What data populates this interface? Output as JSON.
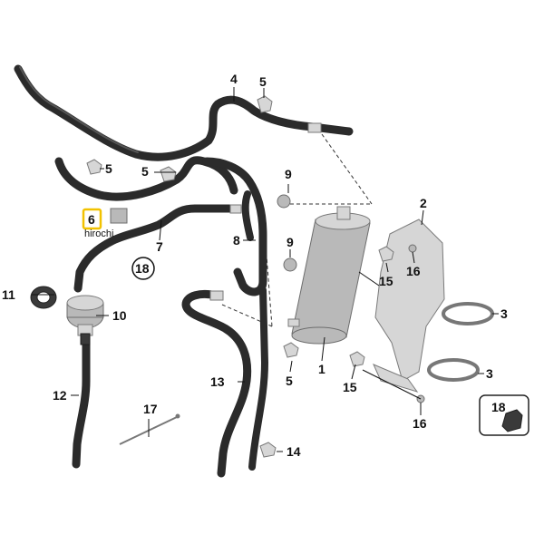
{
  "diagram": {
    "labels": {
      "p1": "1",
      "p2": "2",
      "p3a": "3",
      "p3b": "3",
      "p4": "4",
      "p5a": "5",
      "p5b": "5",
      "p5c": "5",
      "p5d": "5",
      "p6": "6",
      "p7": "7",
      "p8": "8",
      "p9a": "9",
      "p9b": "9",
      "p10": "10",
      "p11": "11",
      "p12": "12",
      "p13": "13",
      "p14": "14",
      "p15a": "15",
      "p15b": "15",
      "p16a": "16",
      "p16b": "16",
      "p17": "17",
      "p18": "18",
      "p18b": "18"
    },
    "watermark": "hirochi",
    "colors": {
      "highlight": "#f2c200",
      "hose": "#2b2b2b",
      "metal": "#b9b9b9"
    }
  }
}
